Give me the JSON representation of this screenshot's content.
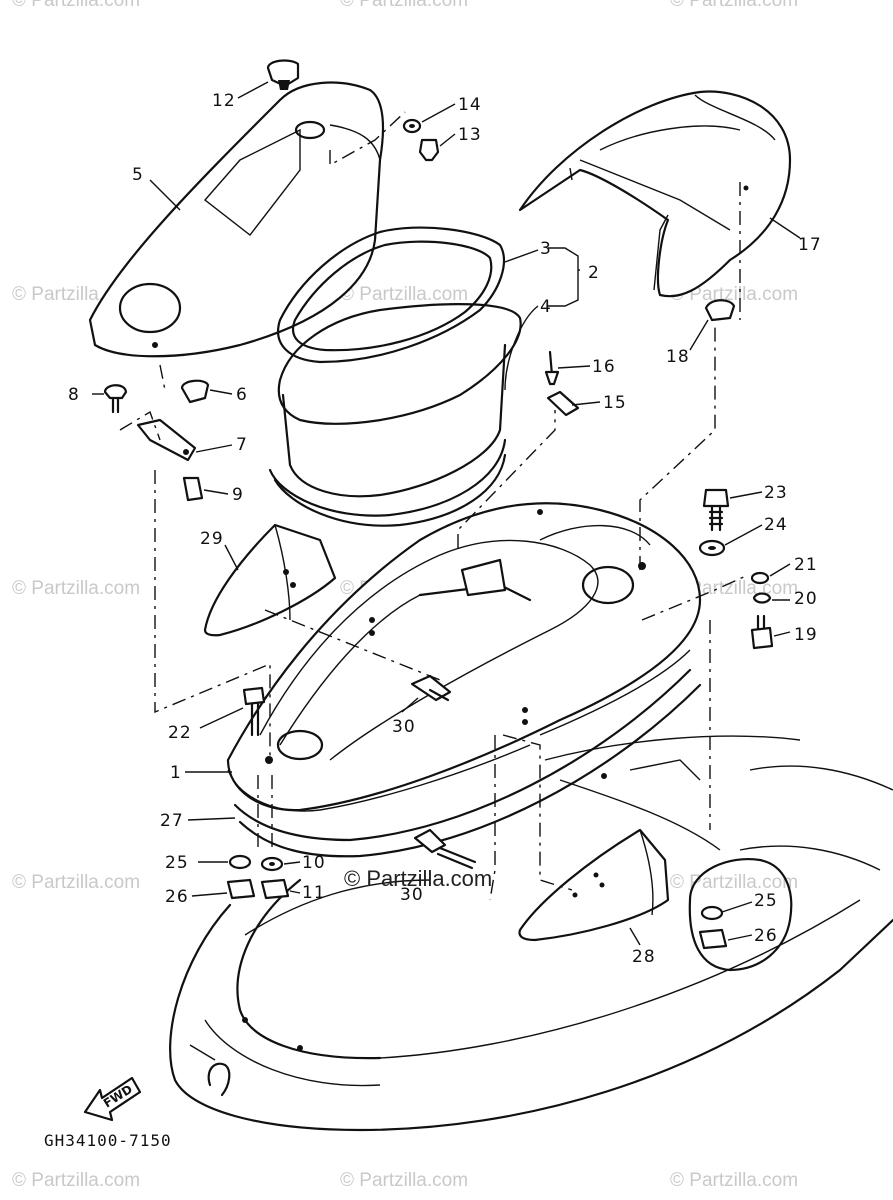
{
  "watermark": {
    "text": "© Partzilla.com",
    "center_text": "© Partzilla.com"
  },
  "diagram_code": "GH34100-7150",
  "direction_label": "FWD",
  "callouts": {
    "c1": "1",
    "c2": "2",
    "c3": "3",
    "c4": "4",
    "c5": "5",
    "c6": "6",
    "c7": "7",
    "c8": "8",
    "c9": "9",
    "c10": "10",
    "c11": "11",
    "c12": "12",
    "c13": "13",
    "c14": "14",
    "c15": "15",
    "c16": "16",
    "c17": "17",
    "c18": "18",
    "c19": "19",
    "c20": "20",
    "c21": "21",
    "c22": "22",
    "c23": "23",
    "c24": "24",
    "c25a": "25",
    "c25b": "25",
    "c26a": "26",
    "c26b": "26",
    "c27": "27",
    "c28": "28",
    "c29": "29",
    "c30a": "30",
    "c30b": "30"
  }
}
